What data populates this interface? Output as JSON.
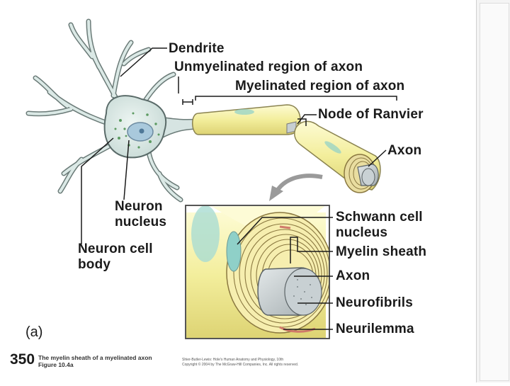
{
  "labels": {
    "dendrite": "Dendrite",
    "unmyelinated": "Unmyelinated region of axon",
    "myelinated": "Myelinated region of axon",
    "node": "Node of Ranvier",
    "axon_top": "Axon",
    "neuron_nucleus": "Neuron nucleus",
    "neuron_cell_body": "Neuron cell body",
    "schwann": "Schwann cell nucleus",
    "myelin_sheath": "Myelin sheath",
    "axon_inset": "Axon",
    "neurofibrils": "Neurofibrils",
    "neurilemma": "Neurilemma"
  },
  "figure": {
    "part_label": "(a)",
    "number": "350",
    "caption_line1": "The myelin sheath of a myelinated axon",
    "caption_line2": "Figure 10.4a",
    "credit_line1": "Shier-Butler-Lewis: Hole's Human Anatomy and Physiology, 10th",
    "credit_line2": "Copyright © 2004 by The McGraw-Hill Companies, Inc. All rights reserved."
  },
  "colors": {
    "cell_body_fill": "#dbe9e6",
    "cell_body_stroke": "#5a6b69",
    "nucleus_fill": "#a9c9dc",
    "myelin_fill": "#f3f0a3",
    "myelin_stroke": "#8a8350",
    "axon_fill": "#c7cfd1",
    "leader_line": "#1a1a1a",
    "arrow": "#9a9a9a"
  }
}
